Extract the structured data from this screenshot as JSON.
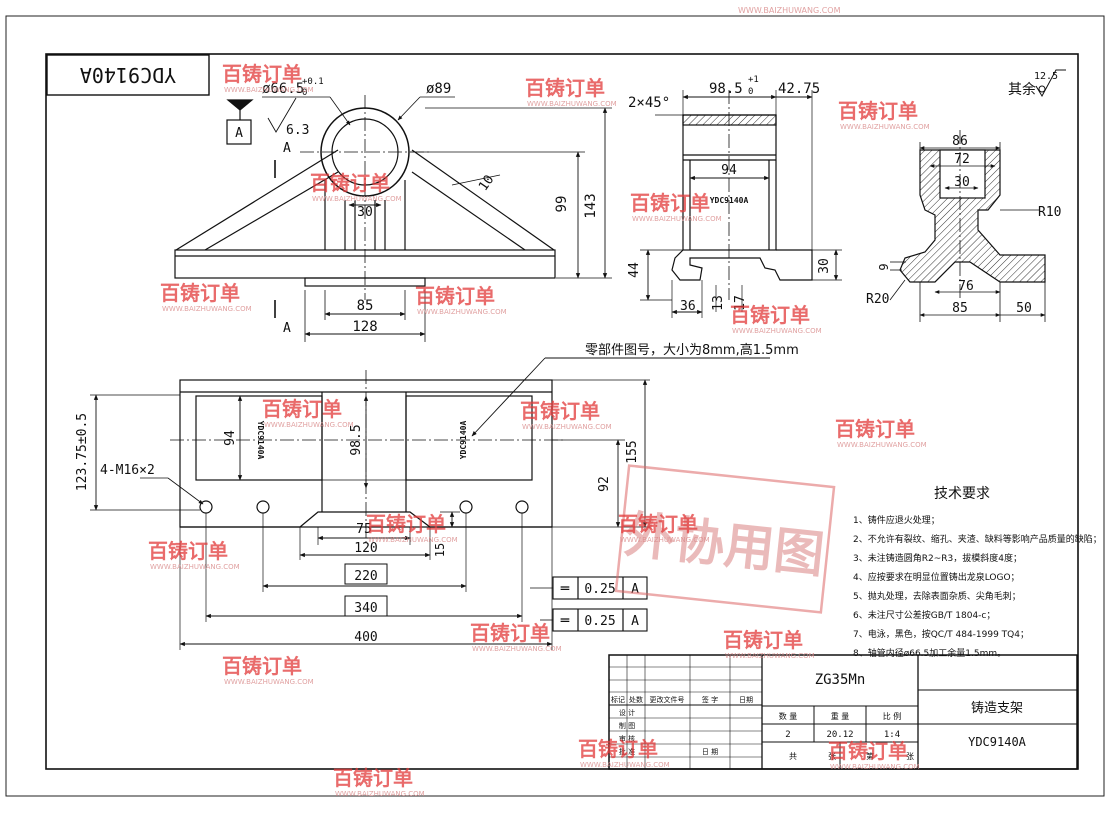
{
  "drawing": {
    "part_number_box": "YDC9140A",
    "roughness_other": "其余",
    "roughness_other_value": "12.5",
    "datum_label": "A",
    "section_label_a": "A",
    "section_label_a2": "A",
    "roughness_value": "6.3",
    "bore_dim": "ø66.5",
    "bore_tol_upper": "+0.1",
    "bore_tol_lower": "0",
    "tube_dia": "ø89",
    "chamfer": "2×45°",
    "rib_angle_dim": "10",
    "dim_30_top": "30",
    "dim_85": "85",
    "dim_128": "128",
    "dim_99": "99",
    "dim_143": "143",
    "side_width": "98.5",
    "side_width_tol_upper": "+1",
    "side_width_tol_lower": "0",
    "dim_42_75": "42.75",
    "dim_94_side": "94",
    "logo_mark": "YDC9140A",
    "dim_44": "44",
    "dim_30_side": "30",
    "dim_36": "36",
    "dim_13": "13",
    "dim_17": "17",
    "sec_86": "86",
    "sec_72": "72",
    "sec_30": "30",
    "sec_r10": "R10",
    "sec_9": "9",
    "sec_r20": "R20",
    "sec_76": "76",
    "sec_85": "85",
    "sec_50": "50",
    "callout_logo": "零部件图号，大小为8mm,高1.5mm",
    "plan_123_75": "123.75±0.5",
    "plan_holes": "4-M16×2",
    "plan_94": "94",
    "plan_98_5": "98.5",
    "plan_mark_left": "YDC9140A",
    "plan_mark_right": "YDC9140A",
    "plan_92": "92",
    "plan_155": "155",
    "plan_75": "75",
    "plan_120": "120",
    "plan_15": "15",
    "plan_220": "220",
    "plan_340": "340",
    "plan_400": "400",
    "gdt_1_symbol": "═",
    "gdt_1_value": "0.25",
    "gdt_1_datum": "A",
    "gdt_2_symbol": "═",
    "gdt_2_value": "0.25",
    "gdt_2_datum": "A",
    "stamp": "外协用图"
  },
  "tech_requirements": {
    "title": "技术要求",
    "items": [
      "1、铸件应退火处理；",
      "2、不允许有裂纹、缩孔、夹渣、缺料等影响产品质量的缺陷；",
      "3、未注铸造圆角R2~R3，拔模斜度4度；",
      "4、应按要求在明显位置铸出龙泉LOGO；",
      "5、抛丸处理，去除表面杂质、尖角毛刺；",
      "6、未注尺寸公差按GB/T 1804-c；",
      "7、电泳，黑色，按QC/T 484-1999 TQ4；",
      "8、轴管内径ø66.5加工余量1.5mm。"
    ]
  },
  "title_block": {
    "material": "ZG35Mn",
    "part_name": "铸造支架",
    "drawing_number": "YDC9140A",
    "rev_headers": [
      "标记",
      "处数",
      "更改文件号",
      "签 字",
      "日期"
    ],
    "role_labels": [
      "设 计",
      "制 图",
      "审 核",
      "批 准"
    ],
    "date_label": "日 期",
    "qty_label": "数 量",
    "weight_label": "重 量",
    "scale_label": "比 例",
    "qty": "2",
    "weight": "20.12",
    "scale": "1:4",
    "sheets_total_label": "共",
    "sheets_total_suffix": "张",
    "sheet_label": "第",
    "sheet_suffix": "张"
  },
  "watermark": {
    "brand": "百铸订单",
    "url": "WWW.BAIZHUWANG.COM"
  }
}
